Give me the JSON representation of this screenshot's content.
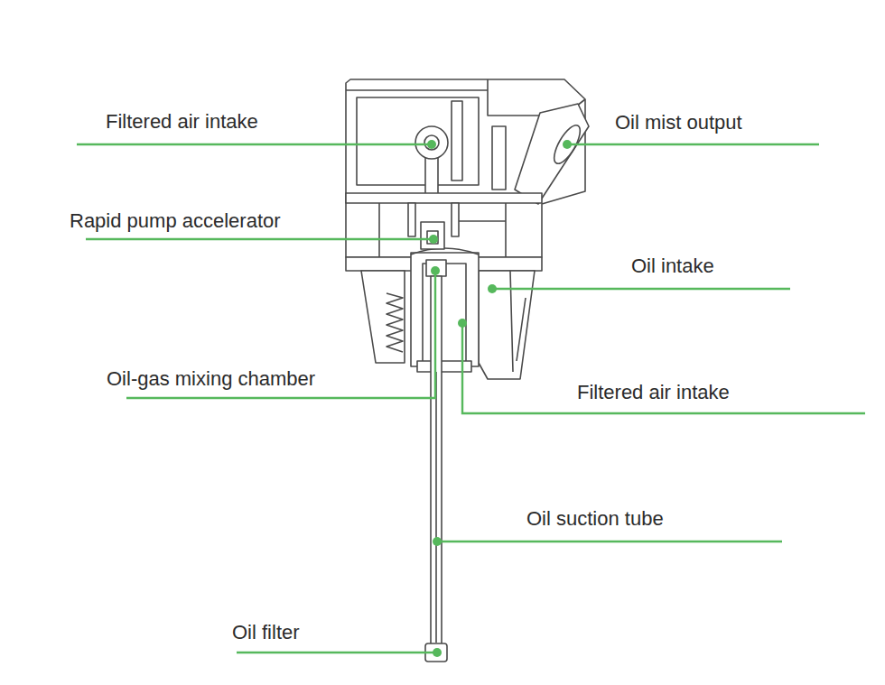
{
  "diagram": {
    "labels": [
      "Filtered air intake",
      "Oil mist output",
      "Rapid pump accelerator",
      "Oil intake",
      "Oil-gas mixing chamber",
      "Filtered air intake",
      "Oil suction tube",
      "Oil filter"
    ]
  }
}
